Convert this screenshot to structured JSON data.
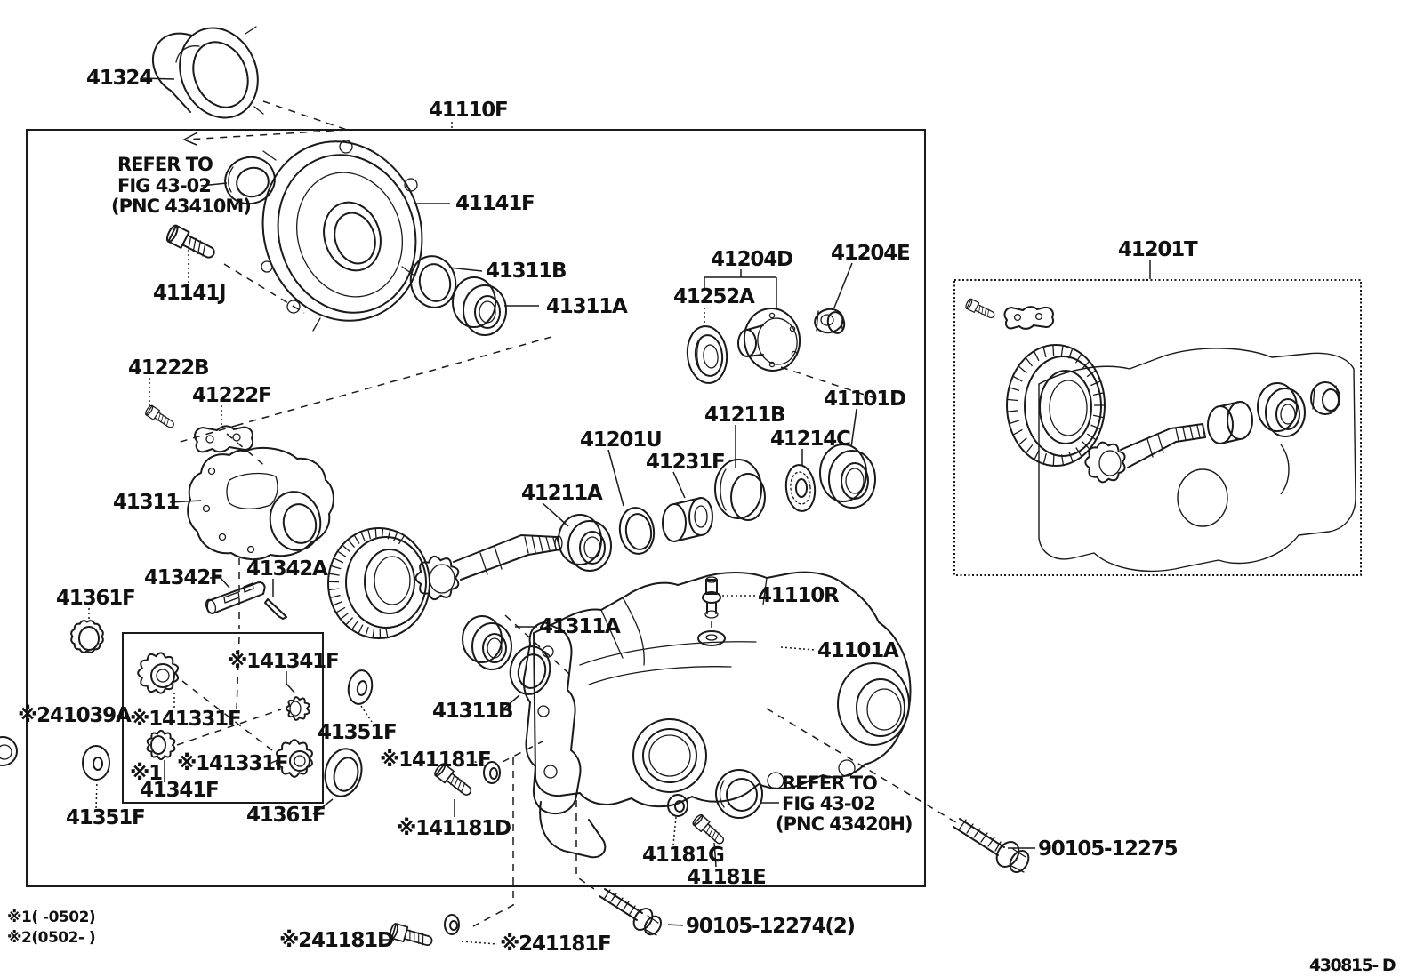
{
  "palette": {
    "ink": "#1a1a1a",
    "paper": "#ffffff"
  },
  "figure": {
    "id_label": "430815- D"
  },
  "notes": {
    "n1": "※1(    -0502)",
    "n2": "※2(0502-    )"
  },
  "refs": {
    "top": {
      "l1": "REFER TO",
      "l2": "FIG 43-02",
      "l3": "(PNC 43410M)"
    },
    "bottom": {
      "l1": "REFER TO",
      "l2": "FIG 43-02",
      "l3": "(PNC 43420H)"
    }
  },
  "callouts": {
    "c41324": "41324",
    "c41110F": "41110F",
    "c41141F": "41141F",
    "c41141J": "41141J",
    "c41311B_top": "41311B",
    "c41311A_top": "41311A",
    "c41252A": "41252A",
    "c41204D": "41204D",
    "c41204E": "41204E",
    "c41222B": "41222B",
    "c41222F": "41222F",
    "c41311": "41311",
    "c41211A": "41211A",
    "c41201U": "41201U",
    "c41231F": "41231F",
    "c41211B": "41211B",
    "c41214C": "41214C",
    "c41101D": "41101D",
    "c41201T": "41201T",
    "c41342F": "41342F",
    "c41342A": "41342A",
    "c41361F_left": "41361F",
    "c41361F_right": "41361F",
    "c41039A": "※241039A",
    "c41331F_top": "※141331F",
    "c41341F_right": "※141341F",
    "c41341F_left_mark": "※1",
    "c41341F_left": "41341F",
    "c41331F_bottom": "※141331F",
    "c41351F_left": "41351F",
    "c41351F_mid": "41351F",
    "c41311A_mid": "41311A",
    "c41311B_mid": "41311B",
    "c41110R": "41110R",
    "c41101A": "41101A",
    "c41181F_1": "※141181F",
    "c41181D_1": "※141181D",
    "c41181G": "41181G",
    "c41181E": "41181E",
    "c90105_12275": "90105-12275",
    "c90105_12274": "90105-12274(2)",
    "c41181D_2": "※241181D",
    "c41181F_2": "※241181F"
  }
}
